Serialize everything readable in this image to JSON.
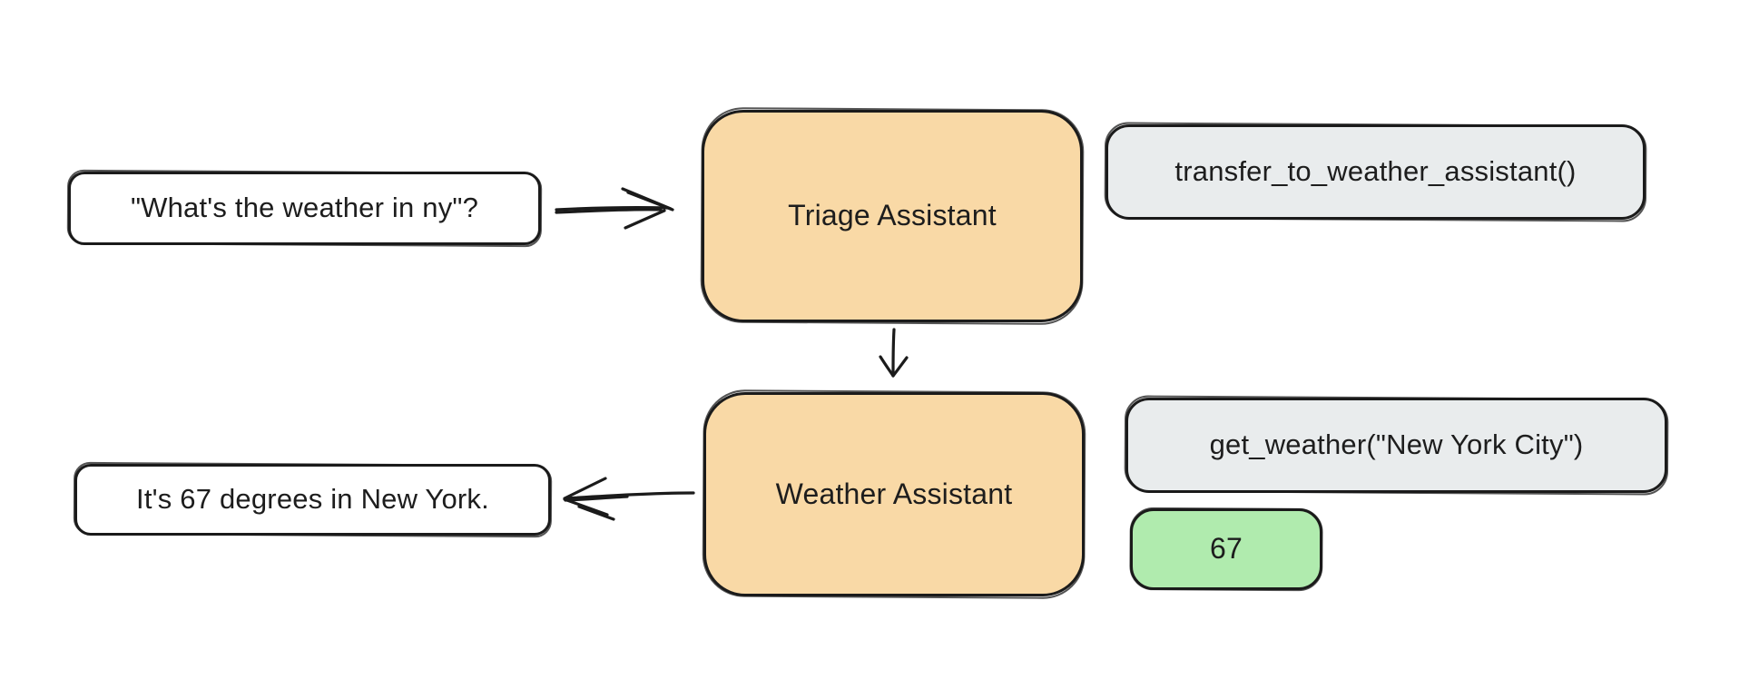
{
  "diagram": {
    "title": "agent handoff flow",
    "background": "#ffffff",
    "stroke_color": "#1b1b1b",
    "text_color": "#1d1d1d",
    "nodes": {
      "user_query": {
        "label": "\"What's the weather in ny\"?",
        "fill": "#ffffff",
        "role": "user message"
      },
      "triage_agent": {
        "label": "Triage Assistant",
        "fill": "#f9d9a6",
        "role": "agent"
      },
      "transfer_call": {
        "label": "transfer_to_weather_assistant()",
        "fill": "#e9eced",
        "role": "tool call"
      },
      "weather_agent": {
        "label": "Weather Assistant",
        "fill": "#f9d9a6",
        "role": "agent"
      },
      "get_weather_call": {
        "label": "get_weather(\"New York City\")",
        "fill": "#e9eced",
        "role": "tool call"
      },
      "tool_result": {
        "label": "67",
        "fill": "#b0ebae",
        "role": "tool result"
      },
      "final_response": {
        "label": "It's 67 degrees in New York.",
        "fill": "#ffffff",
        "role": "assistant message"
      }
    },
    "edges": [
      {
        "from": "user_query",
        "to": "triage_agent",
        "direction": "right"
      },
      {
        "from": "triage_agent",
        "to": "weather_agent",
        "direction": "down"
      },
      {
        "from": "weather_agent",
        "to": "final_response",
        "direction": "left"
      }
    ]
  }
}
